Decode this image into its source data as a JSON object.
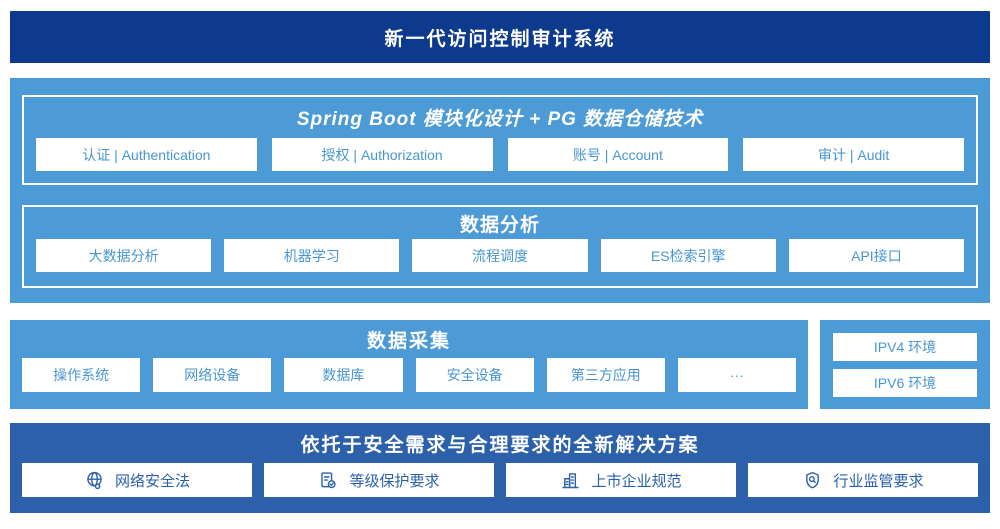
{
  "colors": {
    "banner_bg": "#0e3a8d",
    "light_blue": "#4c9bd6",
    "solution_bg": "#2c60ab",
    "box_text_blue": "#4796d3",
    "white": "#ffffff"
  },
  "header": {
    "title": "新一代访问控制审计系统"
  },
  "platform": {
    "modules": {
      "title": "Spring Boot 模块化设计 + PG 数据仓储技术",
      "items": [
        "认证 | Authentication",
        "授权 | Authorization",
        "账号 | Account",
        "审计 | Audit"
      ]
    },
    "analysis": {
      "title": "数据分析",
      "items": [
        "大数据分析",
        "机器学习",
        "流程调度",
        "ES检索引擎",
        "API接口"
      ]
    }
  },
  "collection": {
    "title": "数据采集",
    "items": [
      "操作系统",
      "网络设备",
      "数据库",
      "安全设备",
      "第三方应用",
      "···"
    ]
  },
  "environments": {
    "items": [
      "IPV4 环境",
      "IPV6 环境"
    ]
  },
  "solution": {
    "title": "依托于安全需求与合理要求的全新解决方案",
    "items": [
      {
        "icon": "globe-icon",
        "label": "网络安全法"
      },
      {
        "icon": "document-check-icon",
        "label": "等级保护要求"
      },
      {
        "icon": "building-icon",
        "label": "上市企业规范"
      },
      {
        "icon": "shield-search-icon",
        "label": "行业监管要求"
      }
    ]
  }
}
